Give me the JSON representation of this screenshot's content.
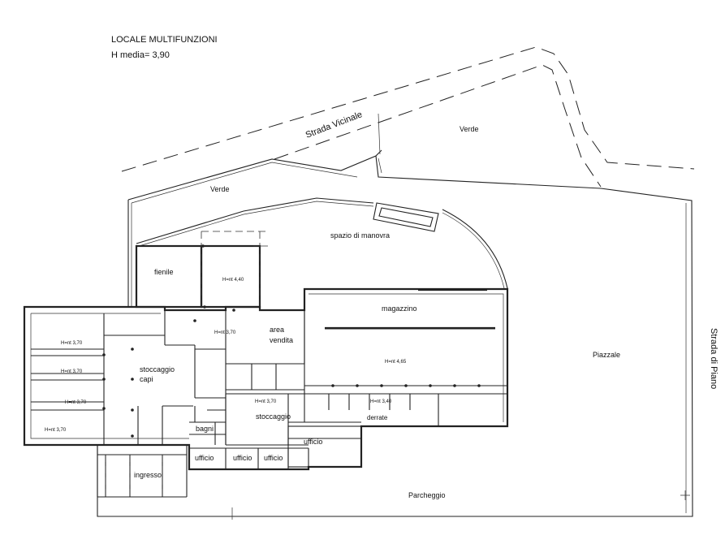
{
  "title": {
    "line1": "LOCALE  MULTIFUNZIONI",
    "line2": "H media= 3,90"
  },
  "labels": {
    "strada_vicinale": "Strada Vicinale",
    "verde_top": "Verde",
    "verde_left": "Verde",
    "spazio_manovra": "spazio di manovra",
    "fienile": "fienile",
    "h_fienile": "H=nt 4,40",
    "magazzino": "magazzino",
    "h_magazzino": "H=nt 4,65",
    "area_vendita_1": "area",
    "area_vendita_2": "vendita",
    "h_area": "H=nt 3,70",
    "stoccaggio_capi_1": "stoccaggio",
    "stoccaggio_capi_2": "capi",
    "h_left_1": "H=nt 3,70",
    "h_left_2": "H=nt 3,70",
    "h_left_3": "H=nt 3,70",
    "h_left_4": "H=nt 3,70",
    "stoccaggio": "stoccaggio",
    "h_stoccaggio": "H=nt 3,70",
    "derrate": "derrate",
    "h_derrate": "H=nt 3,40",
    "bagni": "bagni",
    "ufficio_1": "ufficio",
    "ufficio_2": "ufficio",
    "ufficio_3": "ufficio",
    "ufficio_4": "ufficio",
    "ingresso": "ingresso",
    "piazzale": "Piazzale",
    "strada_di_piano": "Strada di Piano",
    "parcheggio": "Parcheggio"
  }
}
